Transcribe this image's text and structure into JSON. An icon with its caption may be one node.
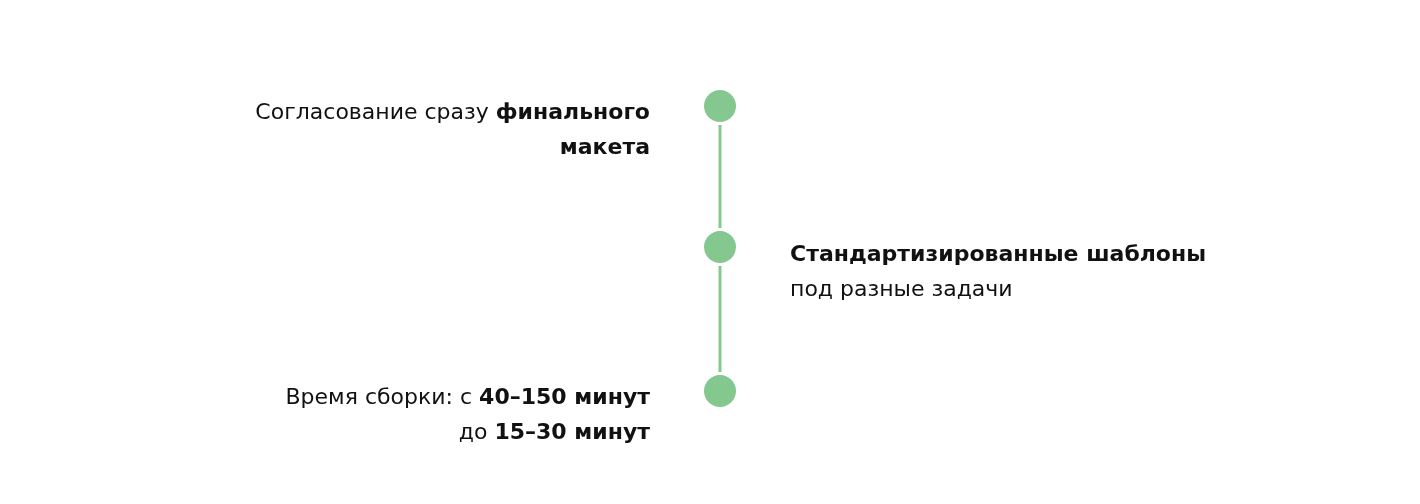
{
  "diagram": {
    "nodes": [
      {
        "text": [],
        "shape": "circle",
        "beside": [
          "Согласование сразу **финального макета**"
        ]
      },
      {
        "text": [],
        "shape": "circle",
        "beside": [
          "**Стандартизированные шаблоны** под разные задачи"
        ]
      },
      {
        "text": [],
        "shape": "circle",
        "beside": [
          "Время сборки: с **40–150 минут** до **15–30 минут**"
        ]
      }
    ],
    "edges": [
      {
        "from": 0,
        "to": 1,
        "arrow": "none"
      },
      {
        "from": 1,
        "to": 2,
        "arrow": "none"
      }
    ]
  }
}
